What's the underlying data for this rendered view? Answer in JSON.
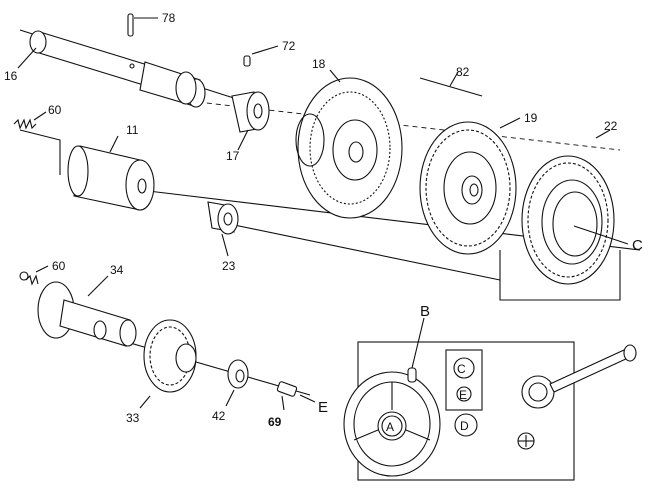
{
  "part_labels": {
    "p78": "78",
    "p72": "72",
    "p16": "16",
    "p18": "18",
    "p82": "82",
    "p60a": "60",
    "p11": "11",
    "p19": "19",
    "p22": "22",
    "p17": "17",
    "p23": "23",
    "p60b": "60",
    "p34": "34",
    "p33": "33",
    "p42": "42",
    "p69": "69"
  },
  "callouts": {
    "A": "A",
    "B": "B",
    "C": "C",
    "D": "D",
    "E": "E"
  },
  "panel_markers": {
    "C": "C",
    "E": "E",
    "D": "D",
    "A": "A"
  }
}
